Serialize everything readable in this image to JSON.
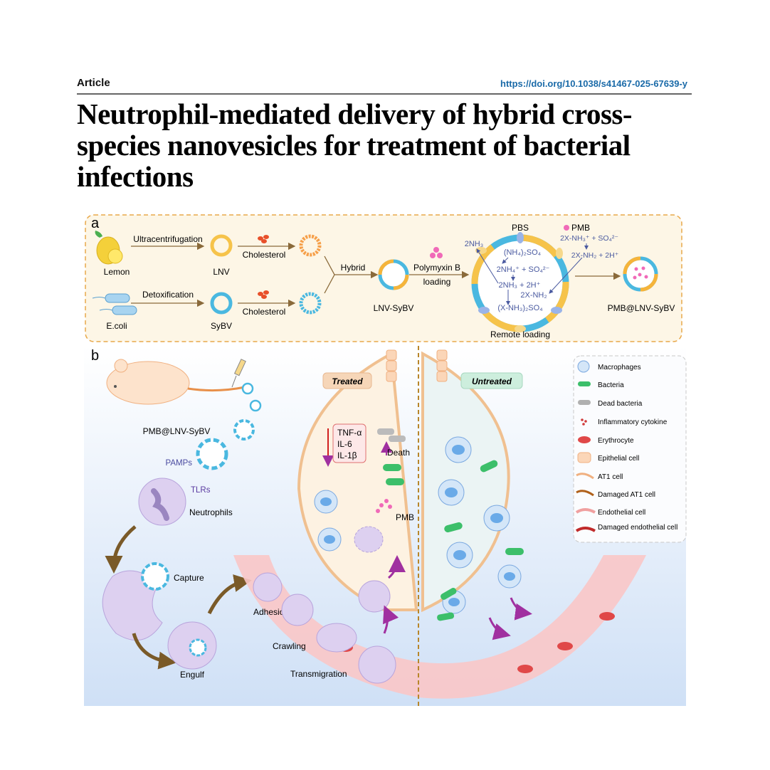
{
  "header": {
    "section_label": "Article",
    "doi": "https://doi.org/10.1038/s41467-025-67639-y"
  },
  "title": "Neutrophil-mediated delivery of hybrid cross-species nanovesicles for treatment of bacterial infections",
  "figure": {
    "panel_a": {
      "label": "a",
      "sources": [
        {
          "name": "Lemon",
          "process": "Ultracentrifugation",
          "vesicle": "LNV",
          "additive": "Cholesterol"
        },
        {
          "name": "E.coli",
          "process": "Detoxification",
          "vesicle": "SyBV",
          "additive": "Cholesterol"
        }
      ],
      "hybrid_label": "Hybrid",
      "hybrid_vesicle": "LNV-SyBV",
      "loading_step": [
        "Polymyxin B",
        "loading"
      ],
      "remote_loading": {
        "buffer": "PBS",
        "caption": "Remote loading",
        "escape": "2NH₃",
        "inner_steps": [
          "(NH₄)₂SO₄",
          "2NH₄⁺ + SO₄²⁻",
          "2NH₃ + 2H⁺",
          "2X-NH₂",
          "(X-NH₃)₂SO₄"
        ],
        "legend_dot": "PMB",
        "outer_reaction": [
          "2X-NH₃⁺ + SO₄²⁻",
          "2X-NH₂ + 2H⁺"
        ]
      },
      "product": "PMB@LNV-SyBV"
    },
    "panel_b": {
      "label": "b",
      "injected": "PMB@LNV-SyBV",
      "receptor_labels": [
        "PAMPs",
        "TLRs"
      ],
      "steps": [
        "Neutrophils",
        "Capture",
        "Engulf",
        "Adhesion",
        "Crawling",
        "Transmigration"
      ],
      "treated": {
        "tag": "Treated",
        "cytokines": [
          "TNF-α",
          "IL-6",
          "IL-1β"
        ],
        "death_label": "Death",
        "drug_label": "PMB"
      },
      "untreated": {
        "tag": "Untreated"
      },
      "legend": [
        "Macrophages",
        "Bacteria",
        "Dead bacteria",
        "Inflammatory cytokine",
        "Erythrocyte",
        "Epithelial cell",
        "AT1 cell",
        "Damaged AT1 cell",
        "Endothelial cell",
        "Damaged endothelial cell"
      ]
    },
    "colors": {
      "panel_a_bg": "#fdf6e6",
      "panel_a_border": "#e8a84a",
      "arrow_brown": "#8a6a3a",
      "chem_blue": "#4a5aa0",
      "pmb_pink": "#f06ab8",
      "bacteria_green": "#3cbf6a",
      "macrophage_blue": "#a8cdf0",
      "neutrophil_purple": "#ddd0f0",
      "vessel_pink": "#f6b8b8",
      "erythrocyte_red": "#e04848",
      "purple_arrow": "#a030a0",
      "treated_tag": "#f6d6b8",
      "untreated_tag": "#cdeedd",
      "panel_b_bg": "#dde9f8"
    }
  }
}
